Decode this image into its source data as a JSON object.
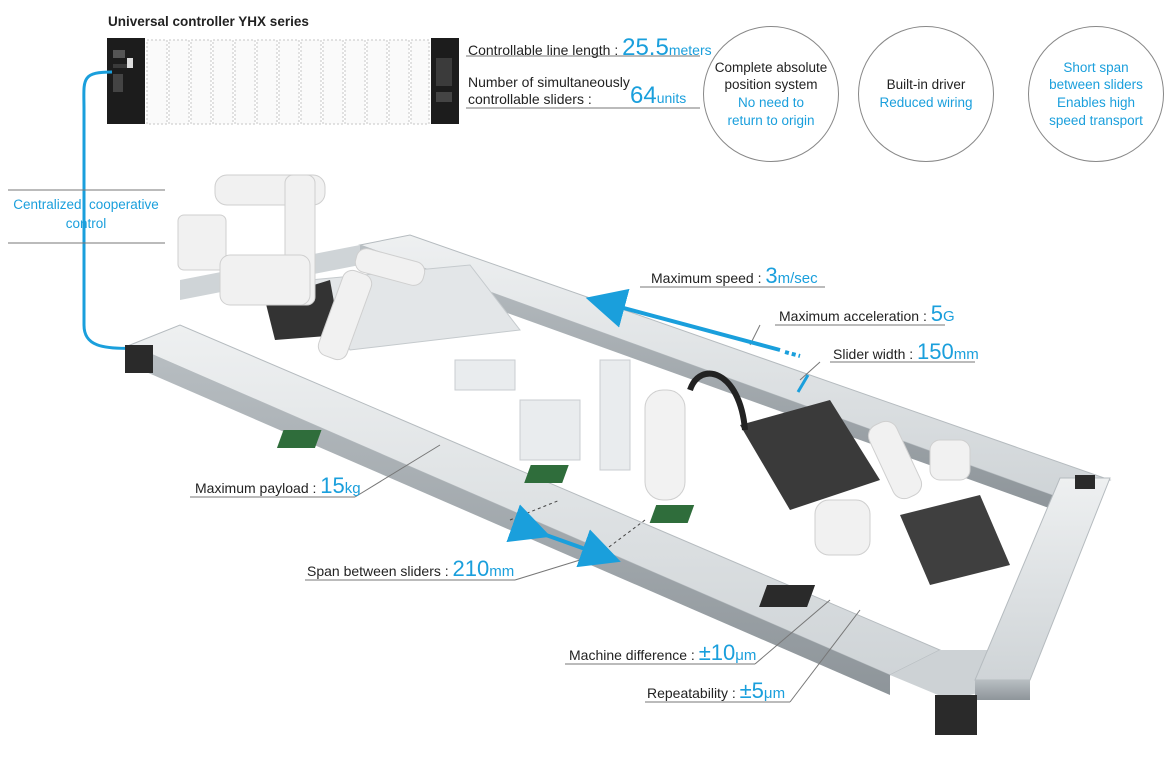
{
  "controller": {
    "title": "Universal controller YHX series"
  },
  "specs_top": {
    "line_length_label": "Controllable line length :",
    "line_length_value": "25.5",
    "line_length_unit": "meters",
    "sliders_label_1": "Number of simultaneously",
    "sliders_label_2": "controllable sliders :",
    "sliders_value": "64",
    "sliders_unit": "units"
  },
  "features": [
    {
      "dark": "Complete absolute position system",
      "accent": "No need to return to origin"
    },
    {
      "dark": "Built-in driver",
      "accent": "Reduced wiring"
    },
    {
      "dark": "",
      "accent": "Short span between sliders Enables high speed transport"
    }
  ],
  "centralized": {
    "line1": "Centralized, cooperative",
    "line2": "control"
  },
  "callouts": {
    "max_speed": {
      "label": "Maximum speed :",
      "value": "3",
      "unit": "m/sec"
    },
    "max_accel": {
      "label": "Maximum acceleration :",
      "value": "5",
      "unit": "G"
    },
    "slider_width": {
      "label": "Slider width :",
      "value": "150",
      "unit": "mm"
    },
    "max_payload": {
      "label": "Maximum payload :",
      "value": "15",
      "unit": "kg"
    },
    "span": {
      "label": "Span between sliders :",
      "value": "210",
      "unit": "mm"
    },
    "machine_diff": {
      "label": "Machine difference :",
      "value": "±10",
      "unit": "μm"
    },
    "repeatability": {
      "label": "Repeatability :",
      "value": "±5",
      "unit": "μm"
    }
  },
  "colors": {
    "accent": "#1a9fdc",
    "rail": "#d8dcdf",
    "controller": "#1c1c1c"
  }
}
